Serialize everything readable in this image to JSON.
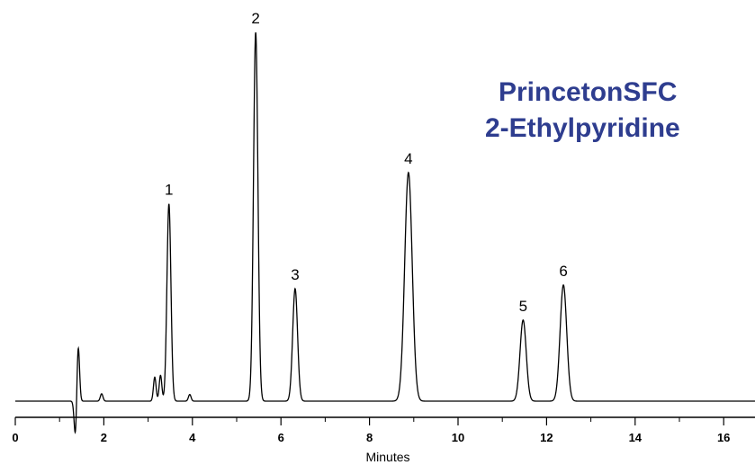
{
  "chart_data": {
    "type": "line",
    "title_lines": [
      "PrincetonSFC",
      "2-Ethylpyridine"
    ],
    "title_color": "#2e3d8f",
    "xlabel": "Minutes",
    "ylabel": "",
    "xlim": [
      0,
      16.7
    ],
    "ylim": [
      0,
      100
    ],
    "x_ticks": [
      0,
      2,
      4,
      6,
      8,
      10,
      12,
      14,
      16
    ],
    "grid": false,
    "line_color": "#000000",
    "peaks": [
      {
        "label": "",
        "t": 1.42,
        "height": 15.5,
        "width": 0.03
      },
      {
        "label": "",
        "t": 1.36,
        "height": -10.0,
        "width": 0.03
      },
      {
        "label": "",
        "t": 1.95,
        "height": 2.0,
        "width": 0.03
      },
      {
        "label": "",
        "t": 3.15,
        "height": 6.5,
        "width": 0.03
      },
      {
        "label": "",
        "t": 3.28,
        "height": 7.0,
        "width": 0.03
      },
      {
        "label": "1",
        "t": 3.47,
        "height": 53.5,
        "width": 0.045
      },
      {
        "label": "",
        "t": 3.94,
        "height": 1.8,
        "width": 0.03
      },
      {
        "label": "2",
        "t": 5.43,
        "height": 100.0,
        "width": 0.05
      },
      {
        "label": "3",
        "t": 6.32,
        "height": 30.5,
        "width": 0.055
      },
      {
        "label": "4",
        "t": 8.88,
        "height": 62.0,
        "width": 0.085
      },
      {
        "label": "5",
        "t": 11.47,
        "height": 22.0,
        "width": 0.07
      },
      {
        "label": "6",
        "t": 12.38,
        "height": 31.5,
        "width": 0.075
      }
    ]
  }
}
